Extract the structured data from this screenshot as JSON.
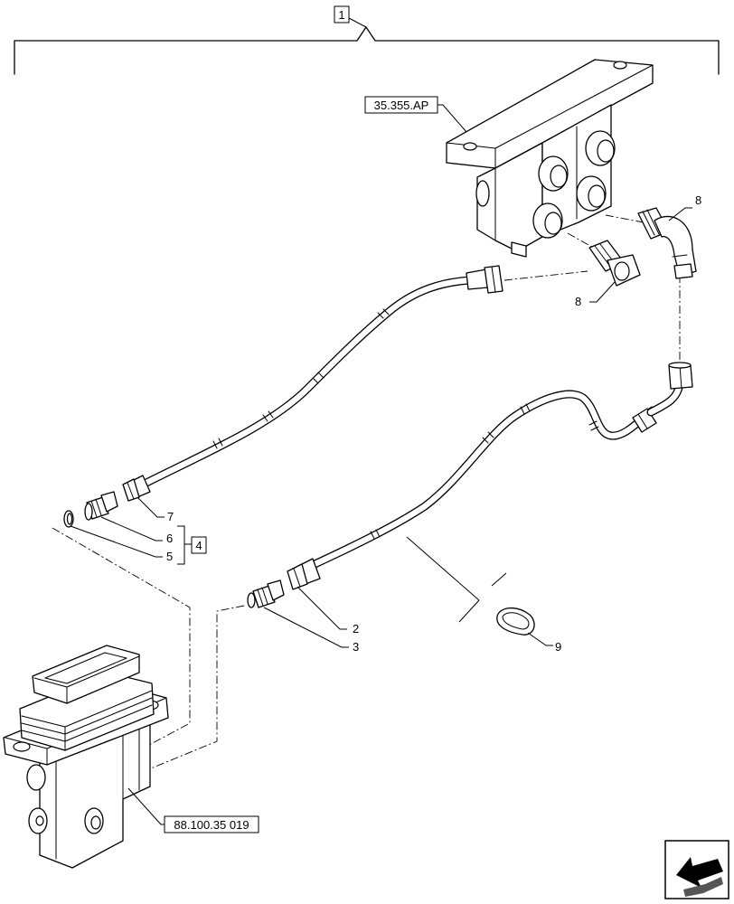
{
  "callouts": {
    "assembly": "1",
    "kit": "4",
    "hose_upper_fitting": "7",
    "adapter": "6",
    "o_ring": "5",
    "hose_lower_fitting": "2",
    "lower_adapter": "3",
    "elbow_right": "8",
    "elbow_center": "8",
    "clamp": "9"
  },
  "references": {
    "valve_block": "35.355.AP",
    "pilot_control": "88.100.35 019"
  },
  "icons": {
    "nav": "arrow-down-left-icon"
  }
}
